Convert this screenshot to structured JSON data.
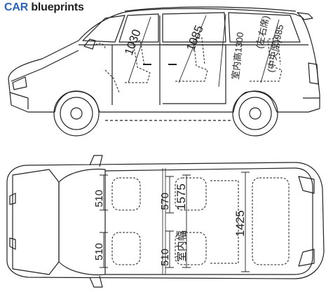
{
  "logo": {
    "brand": "CAR",
    "rest": " blueprints"
  },
  "side_view": {
    "dims": {
      "front_seat_height": "1030",
      "second_seat_height": "1085",
      "interior_height_label": "室内高1300",
      "left_right_label": "(左右席)",
      "center_seat_label": "(中央席)985"
    }
  },
  "top_view": {
    "dims": {
      "front_left_seat_width": "510",
      "front_right_seat_width": "510",
      "center_width_top": "570",
      "center_width_bottom": "510",
      "interior_width_label": "室内幅",
      "interior_width_value": "1575",
      "third_row_length": "1425"
    }
  }
}
